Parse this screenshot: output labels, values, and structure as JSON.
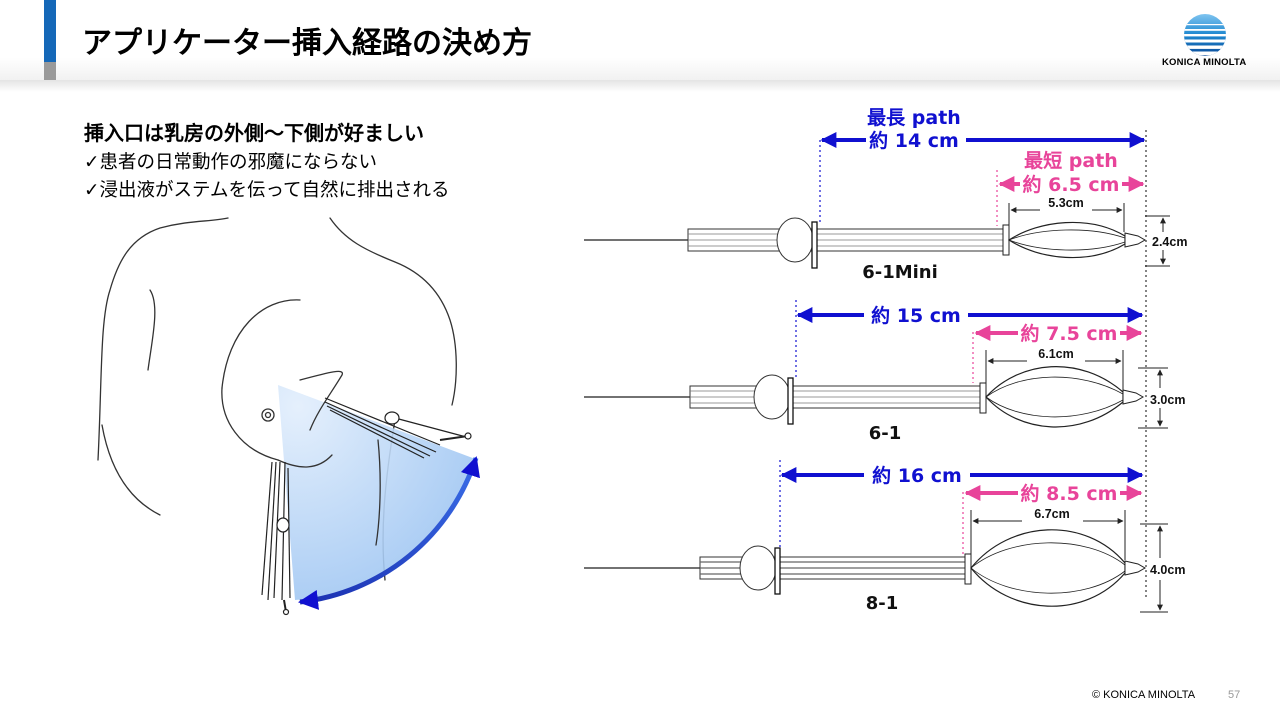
{
  "slide": {
    "title": "アプリケーター挿入経路の決め方",
    "logo_text": "KONICA MINOLTA",
    "subheading": "挿入口は乳房の外側～下側が好ましい",
    "bullets": [
      "✓患者の日常動作の邪魔にならない",
      "✓浸出液がステムを伝って自然に排出される"
    ],
    "footer": "© KONICA MINOLTA",
    "page_number": "57"
  },
  "applicators": {
    "longest_label": "最長 path",
    "shortest_label": "最短 path",
    "models": [
      {
        "name": "6-1Mini",
        "total": "約 14 cm",
        "tip": "約 6.5 cm",
        "length": "5.3cm",
        "diameter": "2.4cm"
      },
      {
        "name": "6-1",
        "total": "約 15 cm",
        "tip": "約 7.5 cm",
        "length": "6.1cm",
        "diameter": "3.0cm"
      },
      {
        "name": "8-1",
        "total": "約 16 cm",
        "tip": "約 8.5 cm",
        "length": "6.7cm",
        "diameter": "4.0cm"
      }
    ]
  },
  "colors": {
    "accent_blue": "#1568b8",
    "accent_gray": "#9a9a9a",
    "long_arrow": "#1010d0",
    "short_arrow": "#e8449a",
    "sector_fill": "#a8ccf4"
  }
}
